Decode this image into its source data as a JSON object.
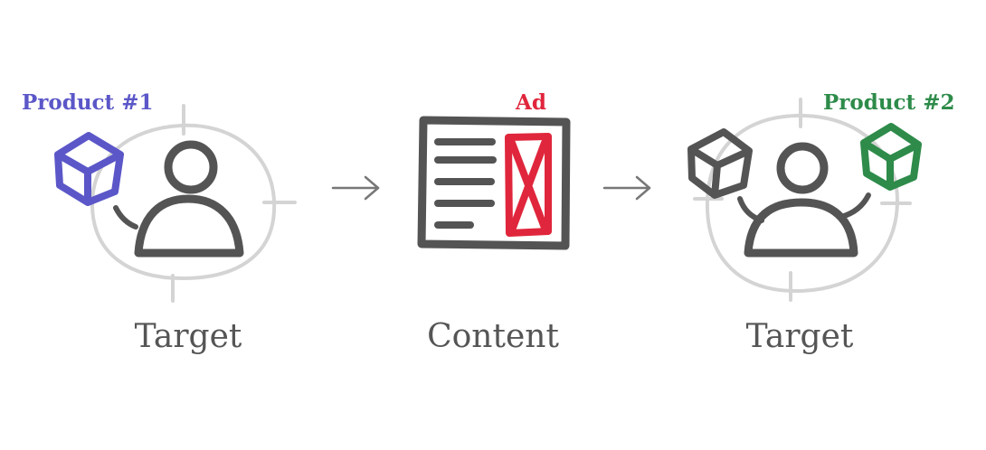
{
  "colors": {
    "ink": "#545454",
    "target_ring": "#d4d4d4",
    "product1": "#5b57c8",
    "product2": "#2e8b4a",
    "ad": "#e0263c",
    "arrow": "#777777"
  },
  "labels": {
    "product1": "Product #1",
    "ad": "Ad",
    "product2": "Product #2",
    "target_left": "Target",
    "content": "Content",
    "target_right": "Target"
  },
  "icons": {
    "left_target": "crosshair-icon",
    "person": "person-icon",
    "product": "cube-icon",
    "document": "document-icon",
    "ad_placeholder": "crossed-box-icon",
    "arrow": "arrow-right-icon"
  }
}
